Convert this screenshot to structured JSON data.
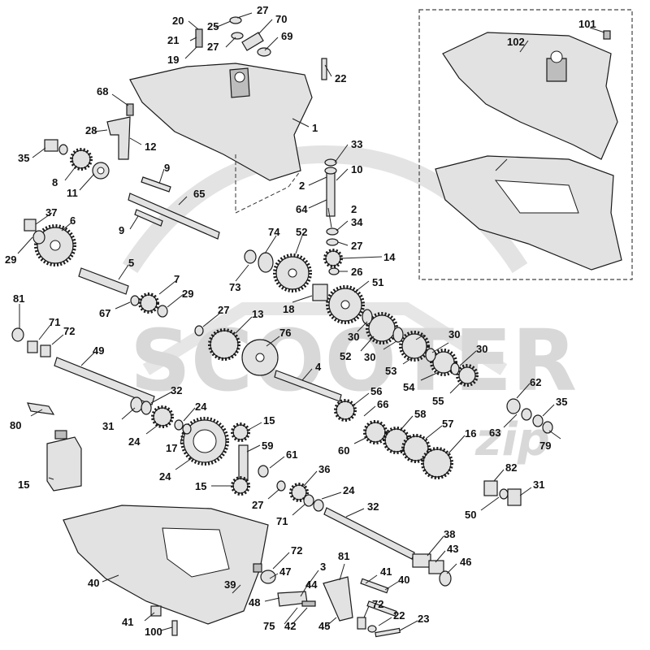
{
  "watermark": {
    "text": "SCOOTER",
    "suffix": "zip"
  },
  "callouts": [
    {
      "id": "c20",
      "label": "20"
    },
    {
      "id": "c25",
      "label": "25"
    },
    {
      "id": "c27a",
      "label": "27"
    },
    {
      "id": "c70",
      "label": "70"
    },
    {
      "id": "c21",
      "label": "21"
    },
    {
      "id": "c27b",
      "label": "27"
    },
    {
      "id": "c69",
      "label": "69"
    },
    {
      "id": "c19",
      "label": "19"
    },
    {
      "id": "c22a",
      "label": "22"
    },
    {
      "id": "c68",
      "label": "68"
    },
    {
      "id": "c28",
      "label": "28"
    },
    {
      "id": "c12",
      "label": "12"
    },
    {
      "id": "c1",
      "label": "1"
    },
    {
      "id": "c35a",
      "label": "35"
    },
    {
      "id": "c8",
      "label": "8"
    },
    {
      "id": "c11",
      "label": "11"
    },
    {
      "id": "c9a",
      "label": "9"
    },
    {
      "id": "c65",
      "label": "65"
    },
    {
      "id": "c33",
      "label": "33"
    },
    {
      "id": "c2a",
      "label": "2"
    },
    {
      "id": "c10",
      "label": "10"
    },
    {
      "id": "c64",
      "label": "64"
    },
    {
      "id": "c2b",
      "label": "2"
    },
    {
      "id": "c34",
      "label": "34"
    },
    {
      "id": "c27c",
      "label": "27"
    },
    {
      "id": "c14",
      "label": "14"
    },
    {
      "id": "c26",
      "label": "26"
    },
    {
      "id": "c37",
      "label": "37"
    },
    {
      "id": "c6",
      "label": "6"
    },
    {
      "id": "c9b",
      "label": "9"
    },
    {
      "id": "c74",
      "label": "74"
    },
    {
      "id": "c52a",
      "label": "52"
    },
    {
      "id": "c29a",
      "label": "29"
    },
    {
      "id": "c5",
      "label": "5"
    },
    {
      "id": "c73",
      "label": "73"
    },
    {
      "id": "c7",
      "label": "7"
    },
    {
      "id": "c18",
      "label": "18"
    },
    {
      "id": "c51",
      "label": "51"
    },
    {
      "id": "c81a",
      "label": "81"
    },
    {
      "id": "c67",
      "label": "67"
    },
    {
      "id": "c29b",
      "label": "29"
    },
    {
      "id": "c27d",
      "label": "27"
    },
    {
      "id": "c13",
      "label": "13"
    },
    {
      "id": "c71a",
      "label": "71"
    },
    {
      "id": "c72a",
      "label": "72"
    },
    {
      "id": "c76",
      "label": "76"
    },
    {
      "id": "c30a",
      "label": "30"
    },
    {
      "id": "c30b",
      "label": "30"
    },
    {
      "id": "c30c",
      "label": "30"
    },
    {
      "id": "c30d",
      "label": "30"
    },
    {
      "id": "c52b",
      "label": "52"
    },
    {
      "id": "c49",
      "label": "49"
    },
    {
      "id": "c4",
      "label": "4"
    },
    {
      "id": "c53",
      "label": "53"
    },
    {
      "id": "c54",
      "label": "54"
    },
    {
      "id": "c55",
      "label": "55"
    },
    {
      "id": "c32a",
      "label": "32"
    },
    {
      "id": "c56",
      "label": "56"
    },
    {
      "id": "c66",
      "label": "66"
    },
    {
      "id": "c62",
      "label": "62"
    },
    {
      "id": "c24a",
      "label": "24"
    },
    {
      "id": "c35b",
      "label": "35"
    },
    {
      "id": "c80",
      "label": "80"
    },
    {
      "id": "c31a",
      "label": "31"
    },
    {
      "id": "c15a",
      "label": "15"
    },
    {
      "id": "c58",
      "label": "58"
    },
    {
      "id": "c63",
      "label": "63"
    },
    {
      "id": "c79",
      "label": "79"
    },
    {
      "id": "c24b",
      "label": "24"
    },
    {
      "id": "c17",
      "label": "17"
    },
    {
      "id": "c59",
      "label": "59"
    },
    {
      "id": "c57",
      "label": "57"
    },
    {
      "id": "c60",
      "label": "60"
    },
    {
      "id": "c16",
      "label": "16"
    },
    {
      "id": "c24c",
      "label": "24"
    },
    {
      "id": "c61",
      "label": "61"
    },
    {
      "id": "c82",
      "label": "82"
    },
    {
      "id": "c15b",
      "label": "15"
    },
    {
      "id": "c15c",
      "label": "15"
    },
    {
      "id": "c36",
      "label": "36"
    },
    {
      "id": "c31b",
      "label": "31"
    },
    {
      "id": "c24d",
      "label": "24"
    },
    {
      "id": "c27e",
      "label": "27"
    },
    {
      "id": "c50",
      "label": "50"
    },
    {
      "id": "c32b",
      "label": "32"
    },
    {
      "id": "c71b",
      "label": "71"
    },
    {
      "id": "c38",
      "label": "38"
    },
    {
      "id": "c72b",
      "label": "72"
    },
    {
      "id": "c43",
      "label": "43"
    },
    {
      "id": "c81b",
      "label": "81"
    },
    {
      "id": "c46",
      "label": "46"
    },
    {
      "id": "c3",
      "label": "3"
    },
    {
      "id": "c40a",
      "label": "40"
    },
    {
      "id": "c47",
      "label": "47"
    },
    {
      "id": "c41a",
      "label": "41"
    },
    {
      "id": "c44",
      "label": "44"
    },
    {
      "id": "c40b",
      "label": "40"
    },
    {
      "id": "c39",
      "label": "39"
    },
    {
      "id": "c48",
      "label": "48"
    },
    {
      "id": "c72c",
      "label": "72"
    },
    {
      "id": "c41b",
      "label": "41"
    },
    {
      "id": "c75",
      "label": "75"
    },
    {
      "id": "c42",
      "label": "42"
    },
    {
      "id": "c45",
      "label": "45"
    },
    {
      "id": "c22b",
      "label": "22"
    },
    {
      "id": "c23",
      "label": "23"
    },
    {
      "id": "c100",
      "label": "100"
    },
    {
      "id": "c102",
      "label": "102"
    },
    {
      "id": "c101",
      "label": "101"
    }
  ]
}
